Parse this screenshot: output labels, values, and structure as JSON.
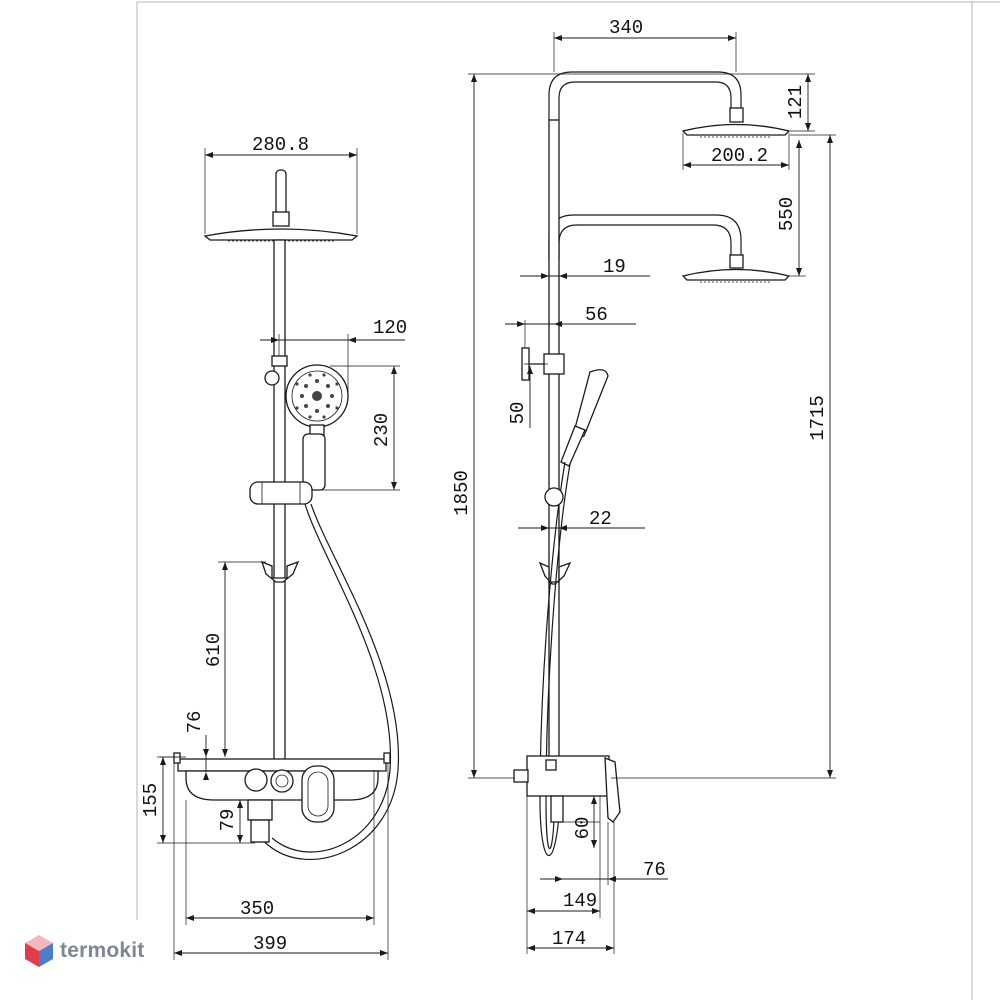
{
  "dimensions": {
    "front": {
      "overhead_diameter": "280.8",
      "handshower_offset": "120",
      "handshower_height": "230",
      "bracket_height": "610",
      "shelf_height": "76",
      "mixer_height": "155",
      "outlet_height": "79",
      "shelf_width": "350",
      "overall_width": "399"
    },
    "side": {
      "arm_reach": "340",
      "overhead_drop": "121",
      "head_diameter": "200.2",
      "height_adjust": "550",
      "rail_diameter": "19",
      "slider_offset": "56",
      "slider_height": "50",
      "pipe_offset": "22",
      "overall_height": "1850",
      "head_height": "1715",
      "spout_height": "60",
      "lever_depth": "76",
      "body_depth": "149",
      "total_depth": "174"
    }
  },
  "brand": {
    "name": "termokit",
    "colors": {
      "logo_top": "#f2b8bd",
      "logo_left": "#e23b4a",
      "logo_right": "#4f7ec9",
      "text": "#7b8794"
    }
  }
}
